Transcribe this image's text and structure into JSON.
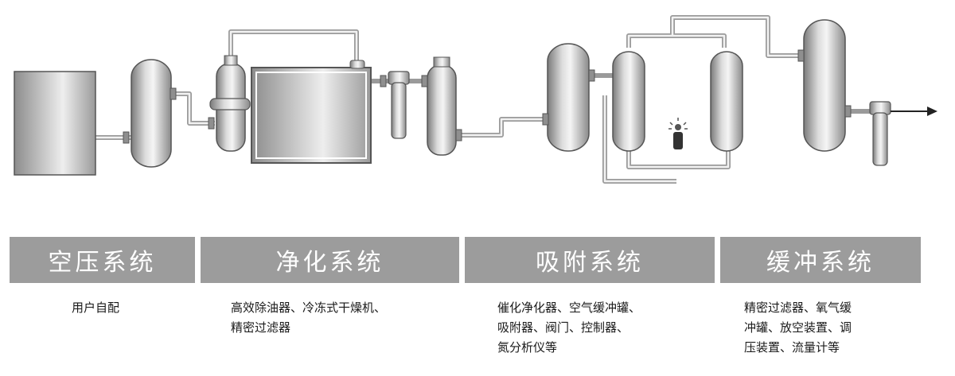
{
  "sections": [
    {
      "title": "空压系统",
      "description": "用户自配"
    },
    {
      "title": "净化系统",
      "description": "高效除油器、冷冻式干燥机、\n精密过滤器"
    },
    {
      "title": "吸附系统",
      "description": "催化净化器、空气缓冲罐、\n吸附器、阀门、控制器、\n氮分析仪等"
    },
    {
      "title": "缓冲系统",
      "description": "精密过滤器、氧气缓\n冲罐、放空装置、调\n压装置、流量计等"
    }
  ],
  "colors": {
    "band": "#9c9c9c",
    "band_text": "#ffffff",
    "equipment": "#b8b8b8",
    "pipe": "#aaaaaa"
  }
}
